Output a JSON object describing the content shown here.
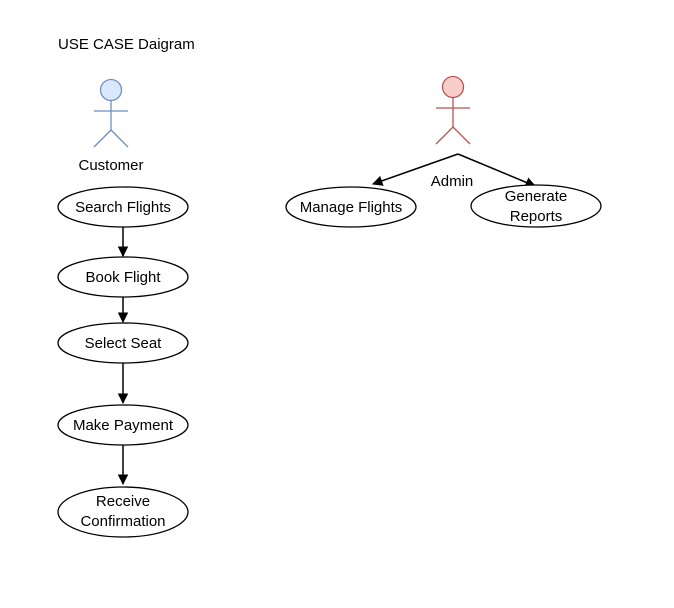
{
  "diagram": {
    "title": "USE CASE Daigram",
    "actors": {
      "customer": {
        "label": "Customer",
        "fill": "#dae8fc",
        "stroke": "#6c8ebf"
      },
      "admin": {
        "label": "Admin",
        "fill": "#f8cecc",
        "stroke": "#b85450"
      }
    },
    "use_cases": {
      "search_flights": [
        "Search Flights"
      ],
      "book_flight": [
        "Book Flight"
      ],
      "select_seat": [
        "Select Seat"
      ],
      "make_payment": [
        "Make Payment"
      ],
      "receive_confirmation": [
        "Receive",
        "Confirmation"
      ],
      "manage_flights": [
        "Manage Flights"
      ],
      "generate_reports": [
        "Generate",
        "Reports"
      ]
    }
  }
}
